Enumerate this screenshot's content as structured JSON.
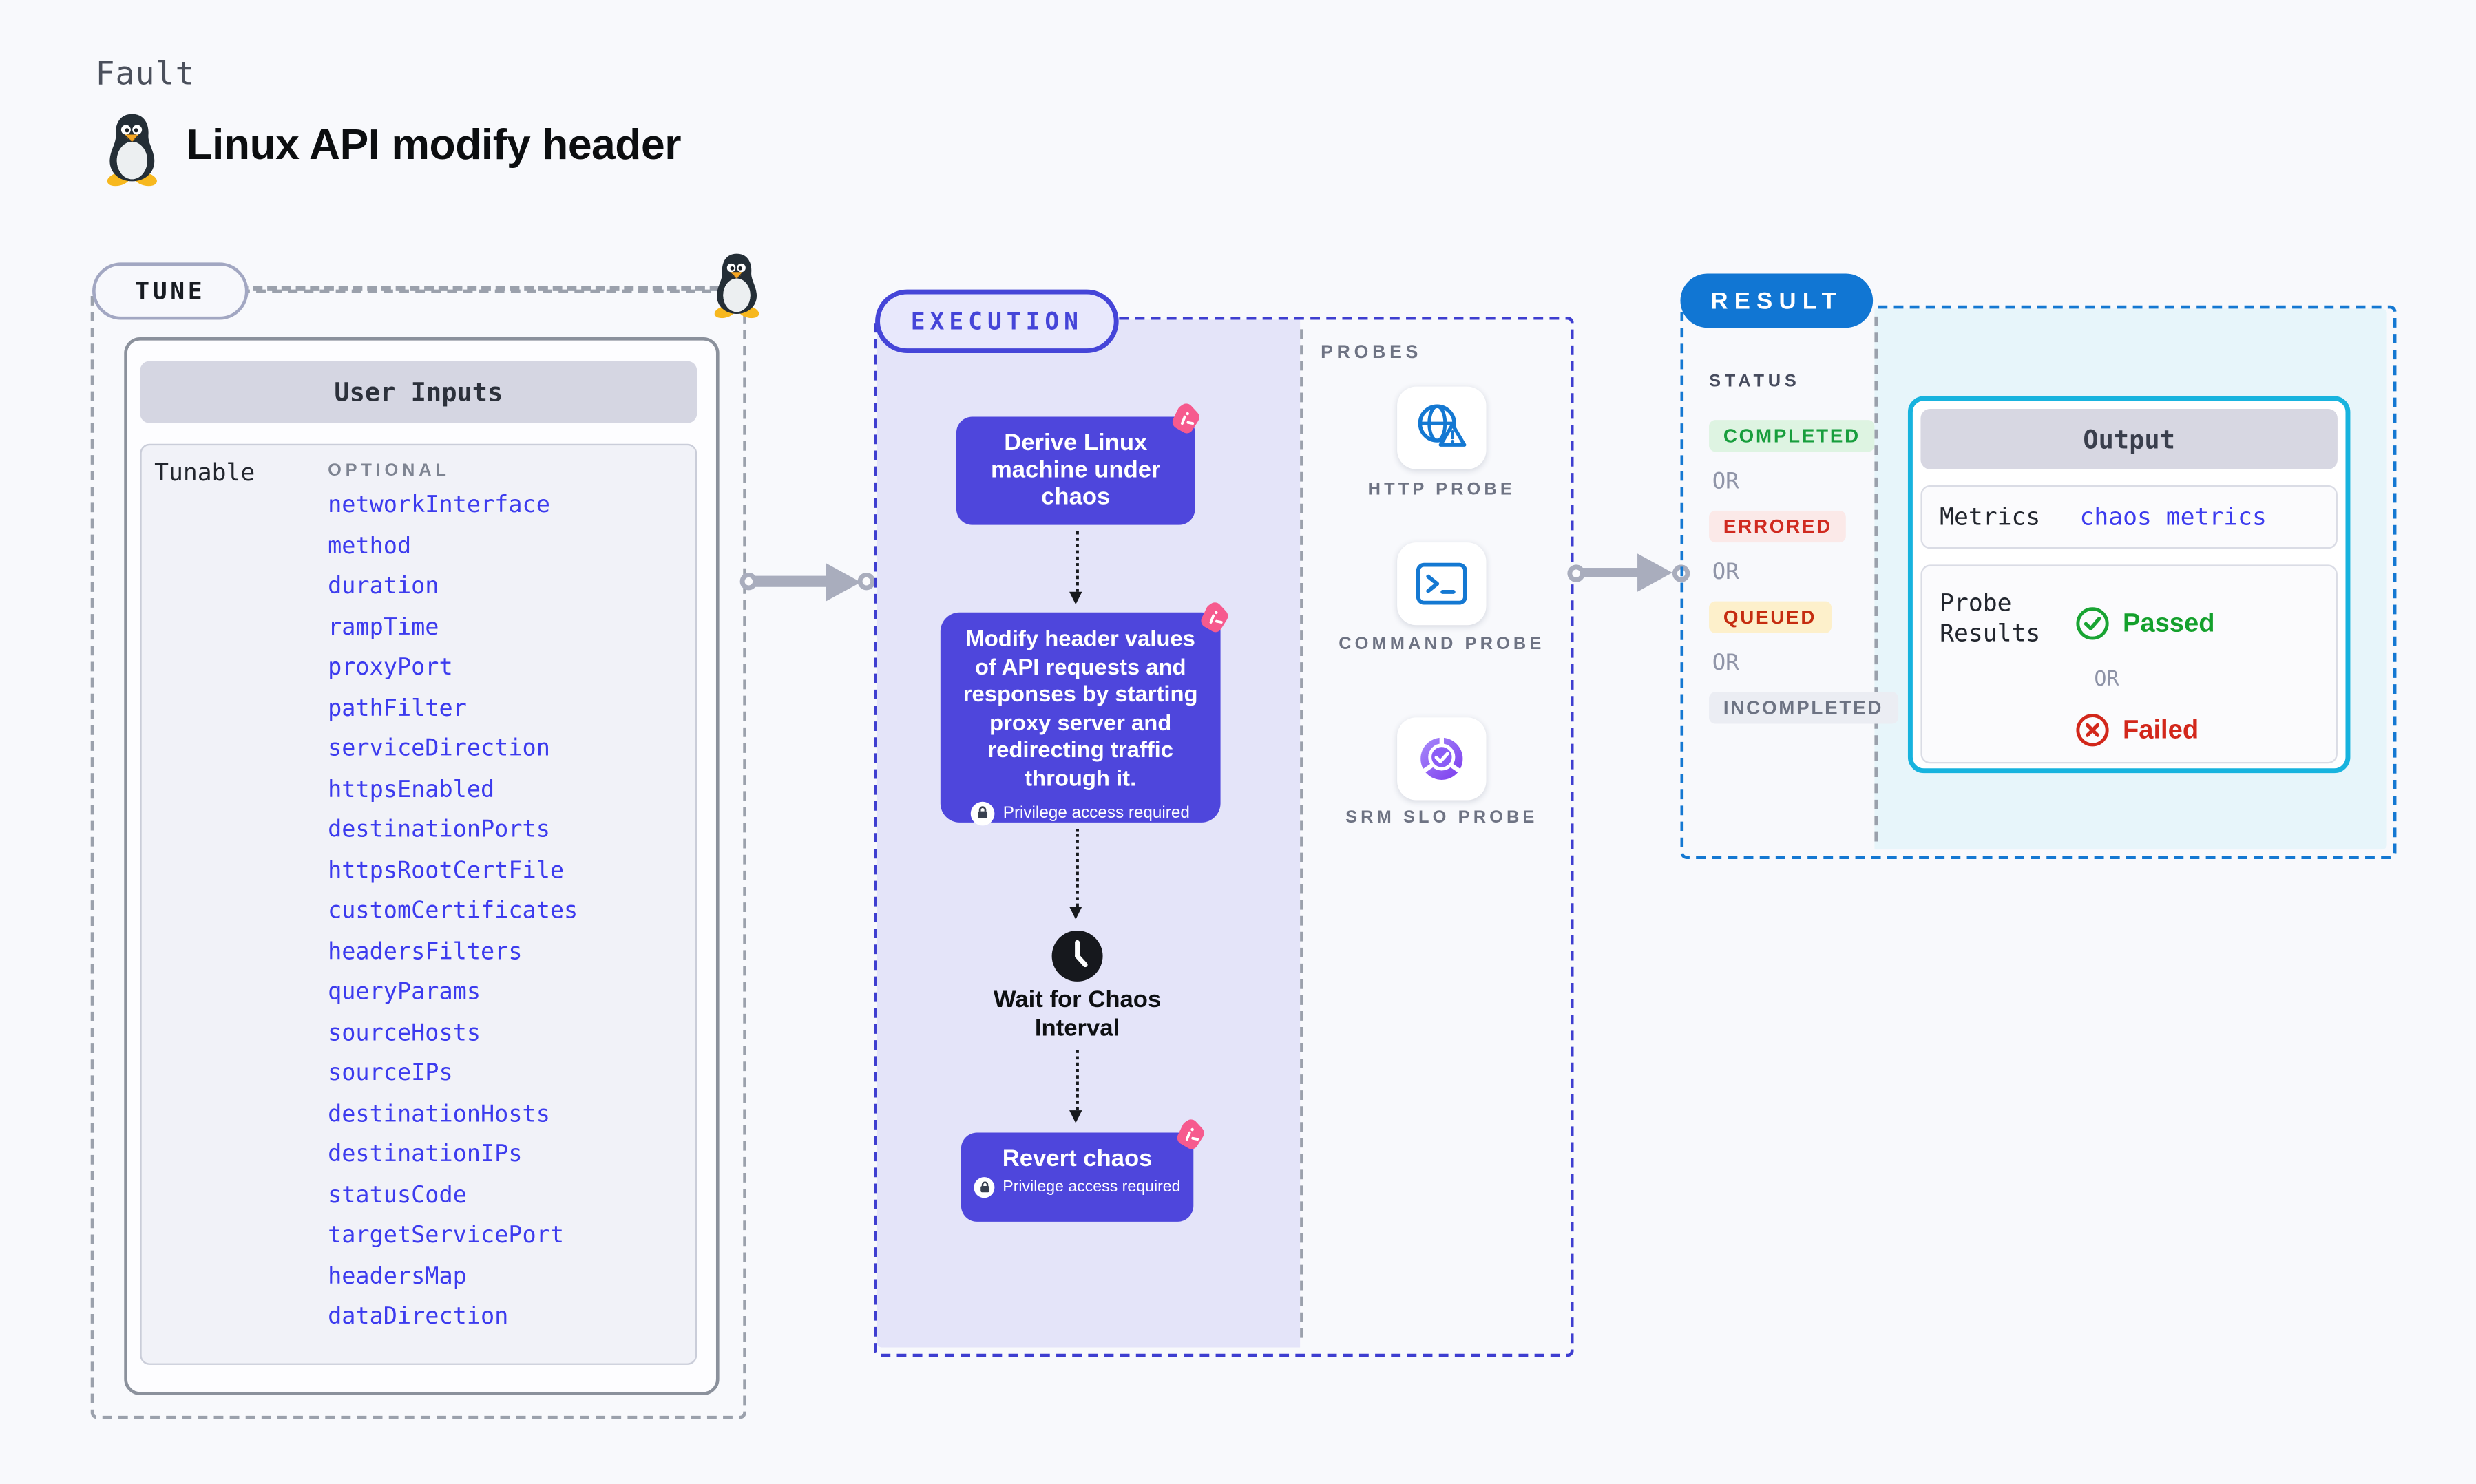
{
  "page": {
    "kicker": "Fault",
    "title": "Linux API modify header"
  },
  "tune": {
    "label": "TUNE",
    "card_title": "User Inputs",
    "row_label": "Tunable",
    "optional_label": "OPTIONAL",
    "params": [
      "networkInterface",
      "method",
      "duration",
      "rampTime",
      "proxyPort",
      "pathFilter",
      "serviceDirection",
      "httpsEnabled",
      "destinationPorts",
      "httpsRootCertFile",
      "customCertificates",
      "headersFilters",
      "queryParams",
      "sourceHosts",
      "sourceIPs",
      "destinationHosts",
      "destinationIPs",
      "statusCode",
      "targetServicePort",
      "headersMap",
      "dataDirection"
    ]
  },
  "execution": {
    "label": "EXECUTION",
    "derive_step": "Derive Linux machine under chaos",
    "modify_step": "Modify header values of API requests and responses by starting proxy server and redirecting traffic through it.",
    "privilege_note": "Privilege access required",
    "wait_step": "Wait for Chaos Interval",
    "revert_step": "Revert chaos",
    "probes": {
      "label": "PROBES",
      "items": [
        {
          "label": "HTTP PROBE",
          "icon": "globe-warning-icon"
        },
        {
          "label": "COMMAND PROBE",
          "icon": "terminal-icon"
        },
        {
          "label": "SRM SLO PROBE",
          "icon": "slo-donut-check-icon"
        }
      ]
    }
  },
  "result": {
    "label": "RESULT",
    "status": {
      "label": "STATUS",
      "or_label": "OR",
      "badges": [
        {
          "label": "COMPLETED",
          "type": "success"
        },
        {
          "label": "ERRORED",
          "type": "error"
        },
        {
          "label": "QUEUED",
          "type": "warning"
        },
        {
          "label": "INCOMPLETED",
          "type": "muted"
        }
      ]
    },
    "output": {
      "title": "Output",
      "metrics_label": "Metrics",
      "metrics_link": "chaos metrics",
      "probe_results_label": "Probe Results",
      "passed_label": "Passed",
      "or_label": "OR",
      "failed_label": "Failed"
    }
  },
  "colors": {
    "accent_indigo": "#4e46dc",
    "accent_blue": "#1176d3",
    "accent_cyan": "#17b3de",
    "link_blue": "#3c3bee",
    "success_green": "#14a02c",
    "error_red": "#d2271b",
    "chaos_pink": "#f65a8e"
  }
}
